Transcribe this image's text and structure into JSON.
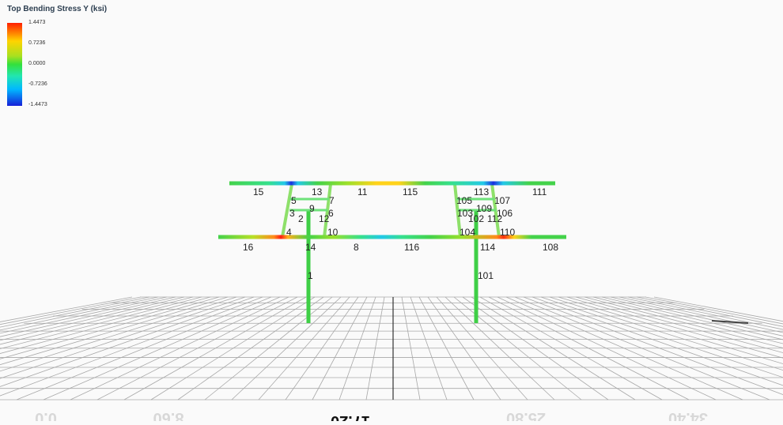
{
  "legend": {
    "title": "Top Bending Stress Y (ksi)",
    "ticks": [
      "1.4473",
      "0.7236",
      "0.0000",
      "-0.7236",
      "-1.4473"
    ]
  },
  "axis": {
    "labels": [
      "0.0",
      "8.60",
      "17.20",
      "25.80",
      "34.40"
    ],
    "highlighted": "17.20"
  },
  "members": [
    "15",
    "13",
    "11",
    "115",
    "113",
    "111",
    "5",
    "7",
    "105",
    "107",
    "3",
    "9",
    "6",
    "103",
    "109",
    "106",
    "2",
    "12",
    "102",
    "112",
    "4",
    "10",
    "104",
    "110",
    "16",
    "14",
    "8",
    "116",
    "114",
    "108",
    "1",
    "101"
  ],
  "colors": {
    "beam_green": "#45d64a",
    "background": "#fafafa",
    "grid": "#9a9a9a"
  }
}
